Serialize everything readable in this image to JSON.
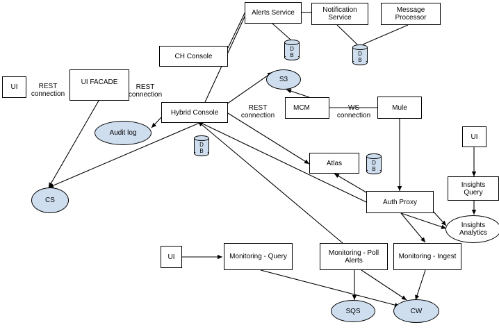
{
  "nodes": {
    "alerts_service": "Alerts Service",
    "notification_service": "Notification\nService",
    "message_processor": "Message\nProcessor",
    "ch_console": "CH Console",
    "ui_left": "UI",
    "ui_facade": "UI FACADE",
    "hybrid_console": "Hybrid Console",
    "mcm": "MCM",
    "mule": "Mule",
    "ui_right": "UI",
    "atlas": "Atlas",
    "auth_proxy": "Auth Proxy",
    "insights_query": "Insights\nQuery",
    "ui_bottom": "UI",
    "monitoring_query": "Monitoring - Query",
    "monitoring_poll_alerts": "Monitoring - Poll\nAlerts",
    "monitoring_ingest": "Monitoring - Ingest"
  },
  "ellipses": {
    "s3": "S3",
    "audit_log": "Audit log",
    "cs": "CS",
    "insights_analytics": "Insights\nAnalytics",
    "sqs": "SQS",
    "cw": "CW"
  },
  "databases": {
    "alerts_db": "D\nB",
    "notification_db": "D\nB",
    "hybrid_db": "D\nB",
    "atlas_db": "D\nB"
  },
  "labels": {
    "rest_connection_left": "REST\nconnection",
    "rest_connection_facade": "REST\nconnection",
    "rest_connection_hybrid": "REST\nconnection",
    "ws_connection": "WS\nconnection"
  },
  "colors": {
    "shape_fill": "#cfdeef",
    "stroke": "#000000"
  }
}
